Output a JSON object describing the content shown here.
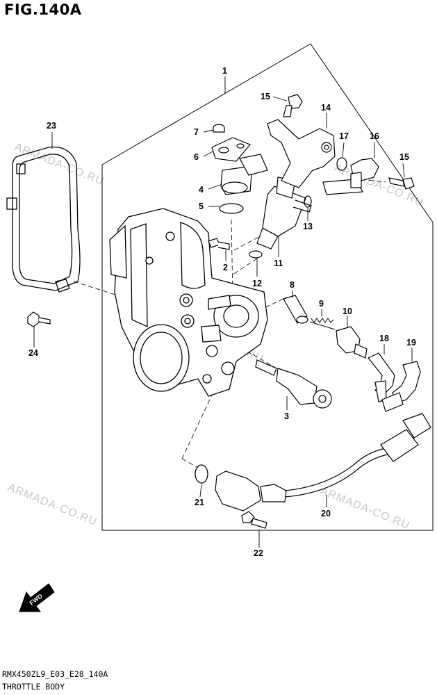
{
  "figure_title": "FIG.140A",
  "model_code": "RMX450ZL9_E03_E28_140A",
  "section_name": "THROTTLE BODY",
  "fwd_label": "FWD",
  "watermark": "ARMADA-CO.RU",
  "callouts": [
    "1",
    "2",
    "3",
    "4",
    "5",
    "6",
    "7",
    "8",
    "9",
    "10",
    "11",
    "12",
    "13",
    "14",
    "15",
    "15",
    "16",
    "17",
    "18",
    "19",
    "20",
    "21",
    "22",
    "23",
    "24"
  ],
  "colors": {
    "line": "#000000",
    "watermark": "#c9c9c9",
    "background": "#ffffff"
  }
}
